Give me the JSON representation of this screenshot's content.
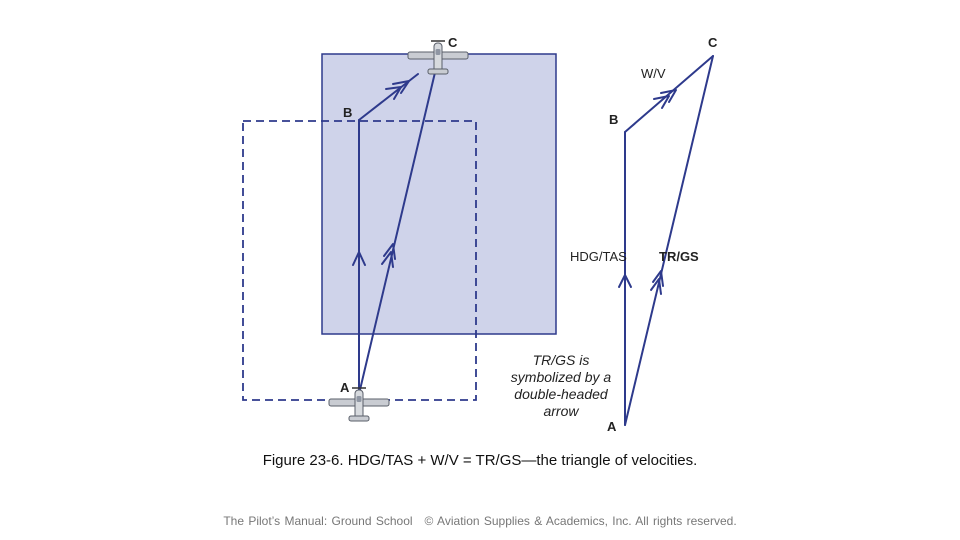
{
  "colors": {
    "line": "#2e3a8c",
    "shade_fill": "#cfd3ea",
    "shade_stroke": "#2e3a8c",
    "text": "#222222",
    "footer": "#777777"
  },
  "left_diagram": {
    "point_a": "A",
    "point_b": "B",
    "point_c": "C",
    "aircraft_icon": "airplane-icon"
  },
  "right_triangle": {
    "point_a": "A",
    "point_b": "B",
    "point_c": "C",
    "wv_label": "W/V",
    "hdg_tas_label": "HDG/TAS",
    "tr_gs_label": "TR/GS"
  },
  "note_lines": [
    "TR/GS is",
    "symbolized by a",
    "double-headed",
    "arrow"
  ],
  "caption": {
    "figure_number": "Figure 23-6.",
    "text": "HDG/TAS + W/V = TR/GS—the triangle of velocities."
  },
  "footer": {
    "left": "The Pilot’s Manual: Ground School",
    "right": "© Aviation Supplies & Academics, Inc. All rights reserved."
  }
}
